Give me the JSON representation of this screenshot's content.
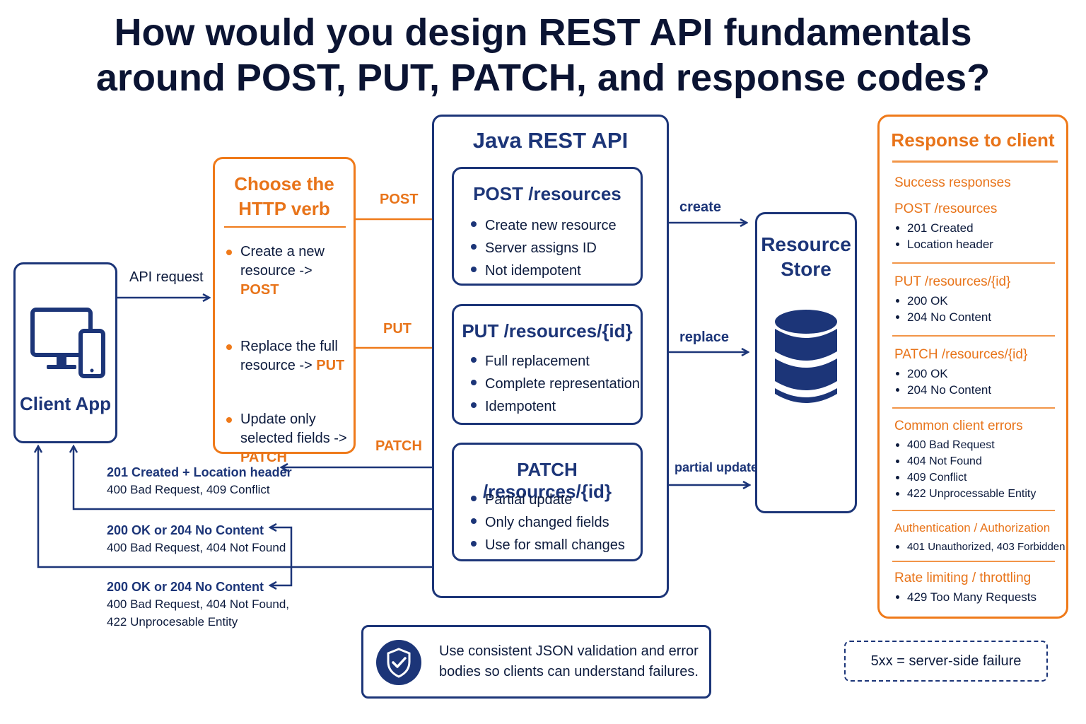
{
  "title": {
    "line1": "How would you design REST API fundamentals",
    "line2": "around POST, PUT, PATCH, and response codes?"
  },
  "client": {
    "label": "Client App",
    "icon": "devices-icon"
  },
  "request_label": "API request",
  "verb_box": {
    "title_line1": "Choose the",
    "title_line2": "HTTP verb",
    "items": [
      {
        "line1": "Create a new",
        "line2": "resource -> ",
        "verb": "POST"
      },
      {
        "line1": "Replace the full",
        "line2": "resource -> ",
        "verb": "PUT"
      },
      {
        "line1": "Update only",
        "line2": "selected fields ->",
        "verb": "PATCH"
      }
    ]
  },
  "arrows": {
    "post": "POST",
    "put": "PUT",
    "patch": "PATCH",
    "create": "create",
    "replace": "replace",
    "partial": "partial update"
  },
  "api": {
    "title": "Java REST API",
    "endpoints": [
      {
        "title": "POST /resources",
        "bullets": [
          "Create new resource",
          "Server assigns ID",
          "Not idempotent"
        ]
      },
      {
        "title": "PUT /resources/{id}",
        "bullets": [
          "Full replacement",
          "Complete representation",
          "Idempotent"
        ]
      },
      {
        "title": "PATCH /resources/{id}",
        "bullets": [
          "Partial update",
          "Only changed fields",
          "Use for small changes"
        ]
      }
    ]
  },
  "store": {
    "line1": "Resource",
    "line2": "Store",
    "icon": "database-icon"
  },
  "returns": [
    {
      "head": "201 Created + Location header",
      "sub1": "400 Bad Request, 409 Conflict",
      "sub2": ""
    },
    {
      "head": "200 OK or 204 No Content",
      "sub1": "400 Bad Request, 404 Not Found",
      "sub2": ""
    },
    {
      "head": "200 OK or 204 No Content",
      "sub1": "400 Bad Request, 404 Not Found,",
      "sub2": "422 Unprocesable Entity"
    }
  ],
  "response": {
    "title": "Response to client",
    "success_head": "Success responses",
    "sections": [
      {
        "head": "POST /resources",
        "items": [
          "201 Created",
          "Location header"
        ]
      },
      {
        "head": "PUT /resources/{id}",
        "items": [
          "200 OK",
          "204 No Content"
        ]
      },
      {
        "head": "PATCH /resources/{id}",
        "items": [
          "200 OK",
          "204 No Content"
        ]
      },
      {
        "head": "Common client errors",
        "items": [
          "400 Bad Request",
          "404 Not Found",
          "409 Conflict",
          "422 Unprocessable Entity"
        ]
      },
      {
        "head": "Authentication / Authorization",
        "items": [
          "401 Unauthorized, 403 Forbidden"
        ]
      },
      {
        "head": "Rate limiting / throttling",
        "items": [
          "429 Too Many Requests"
        ]
      }
    ]
  },
  "note": {
    "line1": "Use consistent JSON validation and error",
    "line2": "bodies so clients can understand failures.",
    "icon": "shield-check-icon"
  },
  "server_note": "5xx = server-side failure",
  "colors": {
    "navy": "#1c3578",
    "orange": "#ef7a1a"
  }
}
